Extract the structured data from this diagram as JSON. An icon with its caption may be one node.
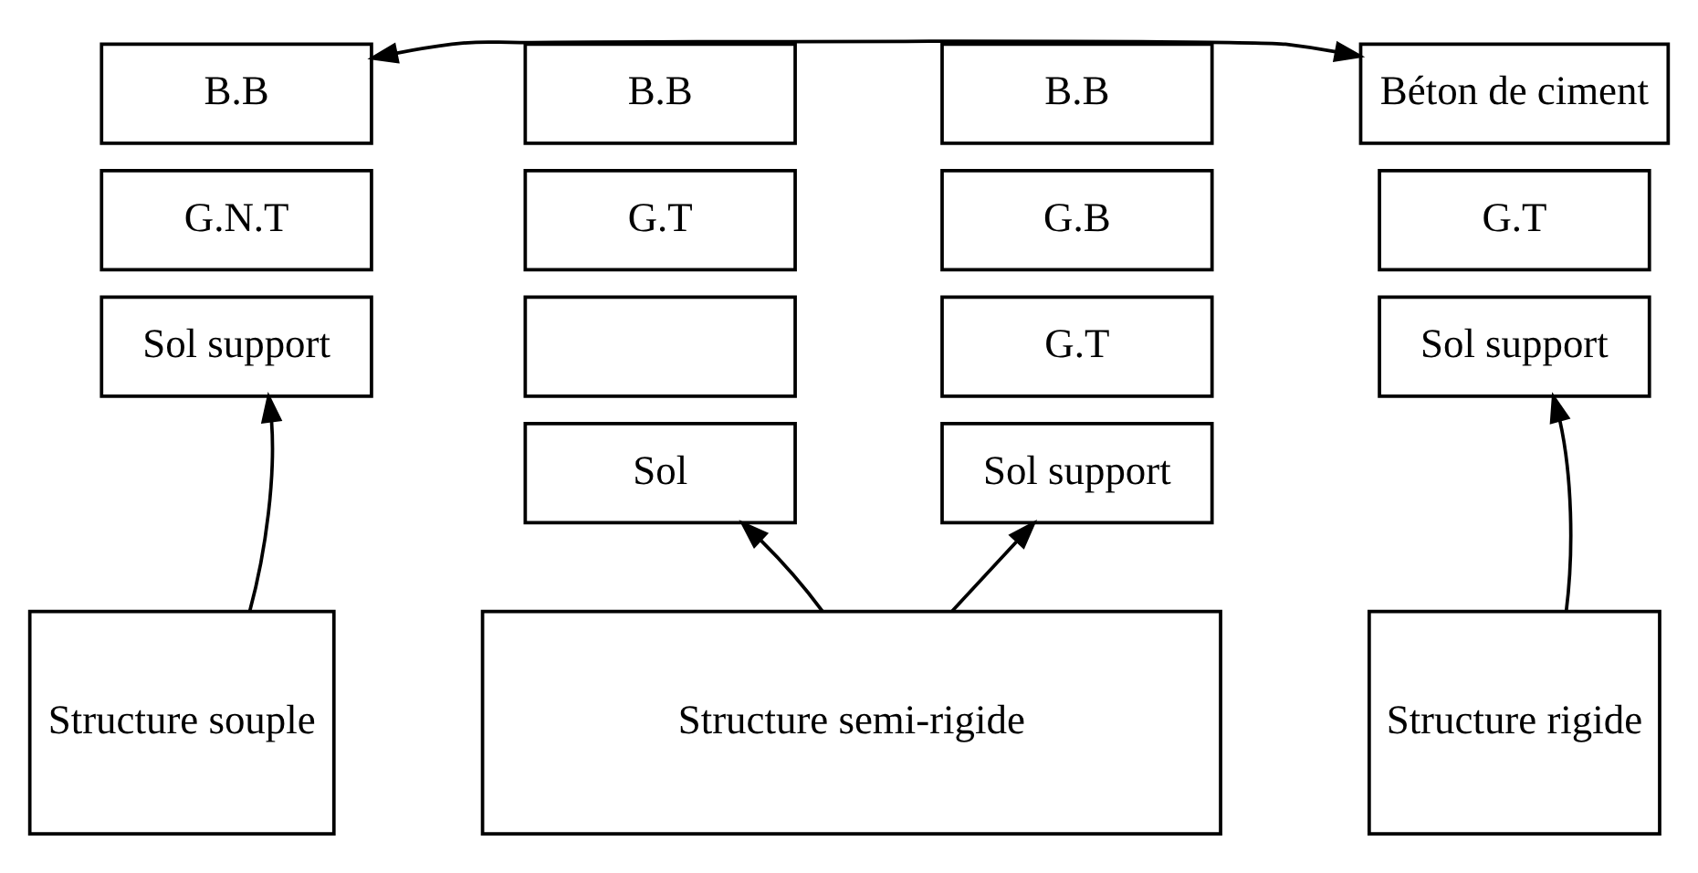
{
  "diagram": {
    "nodes": [
      {
        "text": [
          "B.B"
        ]
      },
      {
        "text": [
          "G.N.T"
        ]
      },
      {
        "text": [
          "Sol support"
        ]
      },
      {
        "text": [
          "B.B"
        ]
      },
      {
        "text": [
          "G.T"
        ]
      },
      {
        "text": [],
        "shape": "box"
      },
      {
        "text": [
          "Sol"
        ]
      },
      {
        "text": [
          "B.B"
        ]
      },
      {
        "text": [
          "G.B"
        ]
      },
      {
        "text": [
          "G.T"
        ]
      },
      {
        "text": [
          "Sol support"
        ]
      },
      {
        "text": [
          "Béton de ciment"
        ]
      },
      {
        "text": [
          "G.T"
        ]
      },
      {
        "text": [
          "Sol support"
        ]
      },
      {
        "text": [
          "Structure souple"
        ]
      },
      {
        "text": [
          "Structure semi-rigide"
        ]
      },
      {
        "text": [
          "Structure rigide"
        ]
      }
    ],
    "edges": [
      {
        "from": 0,
        "to": 11,
        "arrow": "both"
      },
      {
        "from": 14,
        "to": 2,
        "arrow": "to"
      },
      {
        "from": 15,
        "to": 6,
        "arrow": "to"
      },
      {
        "from": 15,
        "to": 10,
        "arrow": "to"
      },
      {
        "from": 16,
        "to": 13,
        "arrow": "to"
      }
    ]
  }
}
